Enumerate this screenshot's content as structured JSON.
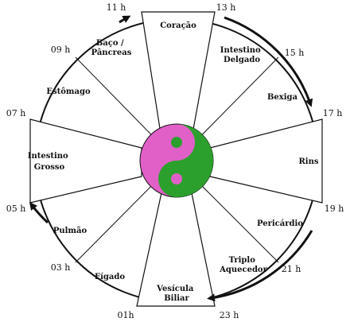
{
  "diagram": {
    "type": "organ-clock",
    "colors": {
      "yin": "#e060c8",
      "yang": "#2ca02c",
      "outline": "#111111",
      "segment_fill": "#ffffff"
    },
    "hours": [
      {
        "id": "h11",
        "text": "11 h"
      },
      {
        "id": "h13",
        "text": "13 h"
      },
      {
        "id": "h09",
        "text": "09 h"
      },
      {
        "id": "h15",
        "text": "15 h"
      },
      {
        "id": "h07",
        "text": "07 h"
      },
      {
        "id": "h17",
        "text": "17 h"
      },
      {
        "id": "h05",
        "text": "05 h"
      },
      {
        "id": "h19",
        "text": "19 h"
      },
      {
        "id": "h03",
        "text": "03 h"
      },
      {
        "id": "h21",
        "text": "21 h"
      },
      {
        "id": "h01",
        "text": "01h"
      },
      {
        "id": "h23",
        "text": "23 h"
      }
    ],
    "organs": [
      {
        "id": "coracao",
        "lines": [
          "Coração"
        ]
      },
      {
        "id": "intestino-delgado",
        "lines": [
          "Intestino",
          "Delgado"
        ]
      },
      {
        "id": "bexiga",
        "lines": [
          "Bexiga"
        ]
      },
      {
        "id": "rins",
        "lines": [
          "Rins"
        ]
      },
      {
        "id": "pericardio",
        "lines": [
          "Pericárdio"
        ]
      },
      {
        "id": "triplo-aquecedor",
        "lines": [
          "Triplo",
          "Aquecedor"
        ]
      },
      {
        "id": "vesicula-biliar",
        "lines": [
          "Vesícula",
          "Biliar"
        ]
      },
      {
        "id": "figado",
        "lines": [
          "Fígado"
        ]
      },
      {
        "id": "pulmao",
        "lines": [
          "Pulmão"
        ]
      },
      {
        "id": "intestino-grosso",
        "lines": [
          "Intestino",
          "Grosso"
        ]
      },
      {
        "id": "estomago",
        "lines": [
          "Estômago"
        ]
      },
      {
        "id": "baco-pancreas",
        "lines": [
          "Baço /",
          "Pâncreas"
        ]
      }
    ]
  }
}
